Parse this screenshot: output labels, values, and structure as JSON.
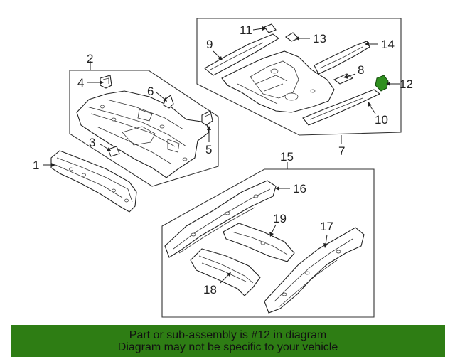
{
  "colors": {
    "highlight": "#2f8f1e",
    "banner_background": "#2e7d14",
    "line": "#222222"
  },
  "callouts": {
    "c1": "1",
    "c2": "2",
    "c3": "3",
    "c4": "4",
    "c5": "5",
    "c6": "6",
    "c7": "7",
    "c8": "8",
    "c9": "9",
    "c10": "10",
    "c11": "11",
    "c12": "12",
    "c13": "13",
    "c14": "14",
    "c15": "15",
    "c16": "16",
    "c17": "17",
    "c18": "18",
    "c19": "19"
  },
  "highlighted_part": "12",
  "banner": {
    "line1": "Part or sub-assembly is #12 in diagram",
    "line2": "Diagram may not be specific to your vehicle"
  }
}
